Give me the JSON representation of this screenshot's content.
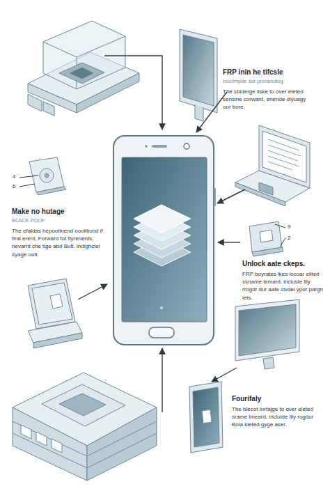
{
  "diagram": {
    "labels": [
      "FRP inin he tifcsle",
      "Inocimpler sar pronending",
      "The sbiderge liske to over eleted sensine corward, enende diyuagy our bore.",
      "4",
      "6",
      "Make no hutage",
      "BLACK POOF",
      "The efaidas hepootinend ooolitiond if firal erent, Forward fot flyrenents, nevarnt che tige abd Bult. indighctel syage oult.",
      "9",
      "2",
      "Unlock aate ckeps.",
      "FRP boyrates lkes locoar elited ssname lemard, incluste lily rrogdr dur aate civdel ypor pargn iets.",
      "Fourifaly",
      "The blecot Inrfajge to over eleted srame lmeard, incluide lily rogdur Bola kleted gyge aser."
    ]
  }
}
